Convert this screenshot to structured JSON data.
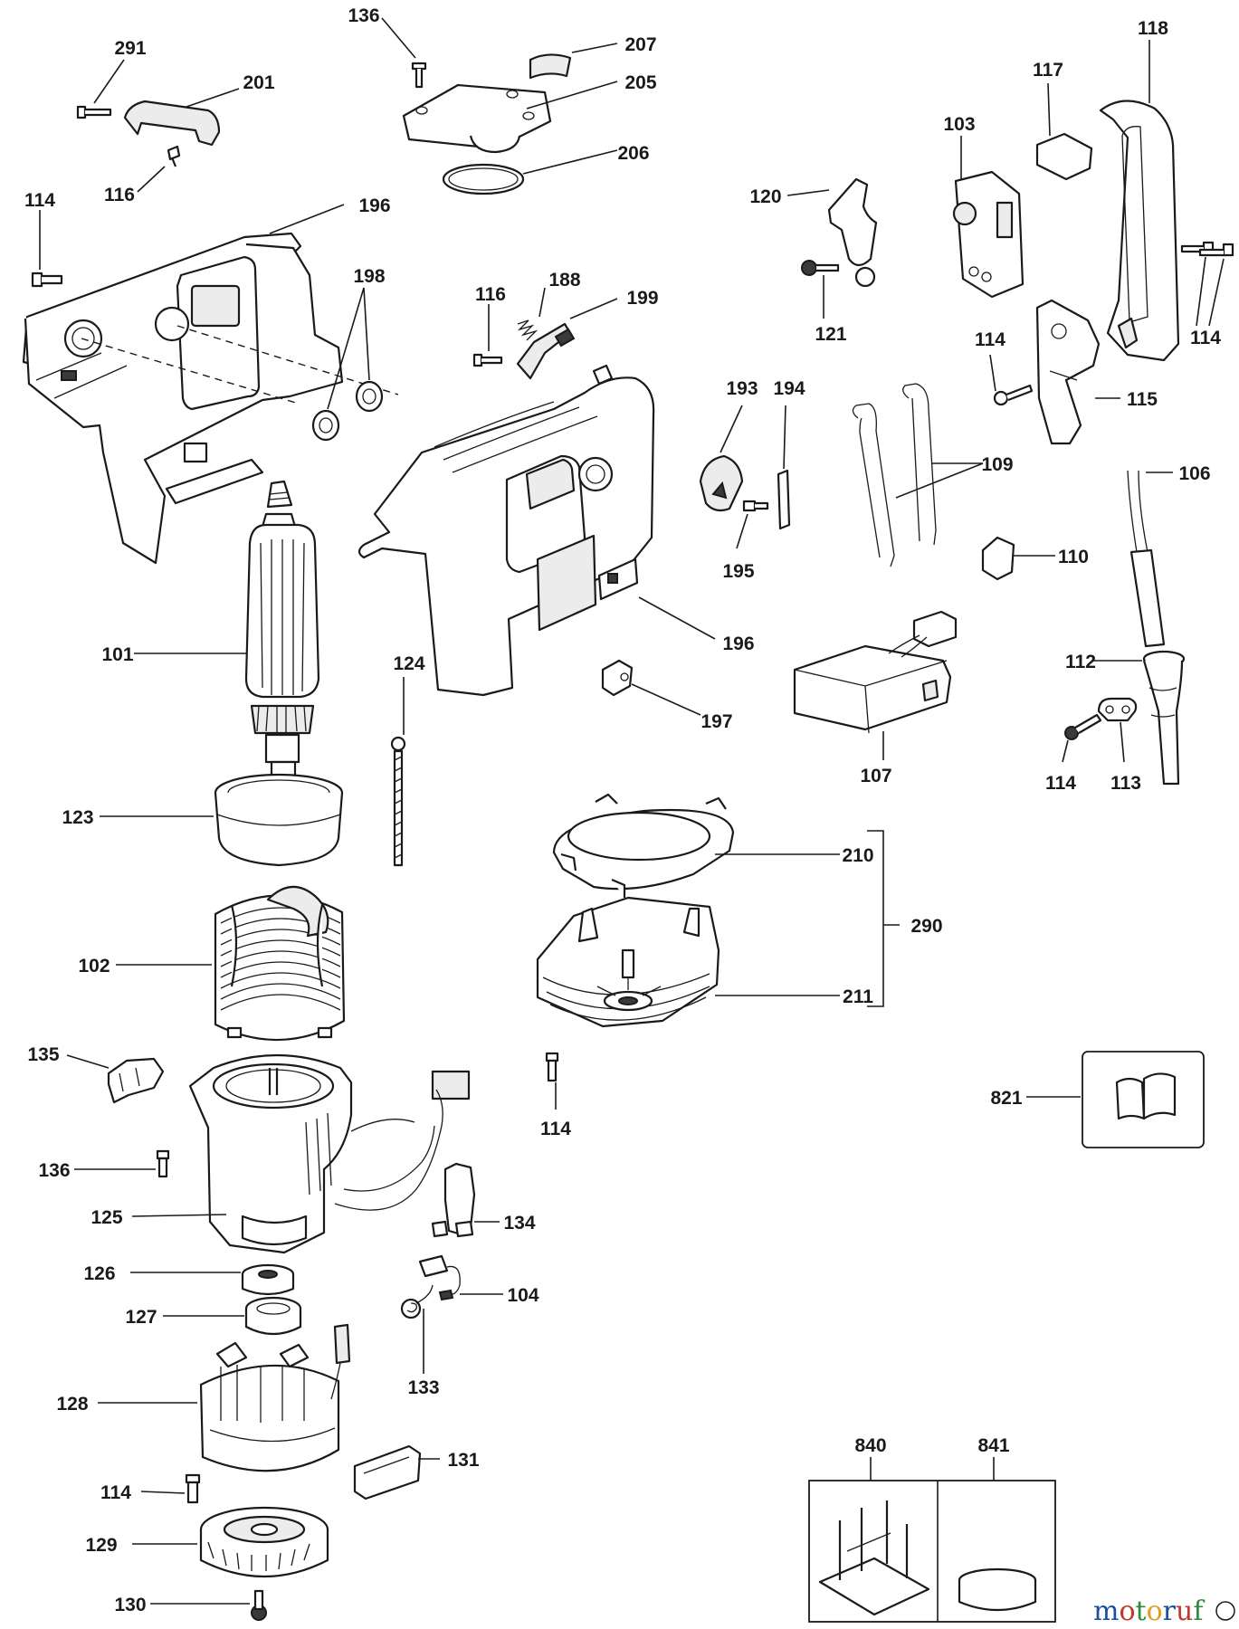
{
  "labels": {
    "l136a": "136",
    "l207": "207",
    "l205": "205",
    "l206": "206",
    "l291": "291",
    "l201": "201",
    "l116a": "116",
    "l114a": "114",
    "l196a": "196",
    "l198": "198",
    "l118": "118",
    "l117": "117",
    "l103": "103",
    "l120": "120",
    "l121": "121",
    "l114b": "114",
    "l114c": "114",
    "l115": "115",
    "l116b": "116",
    "l188": "188",
    "l199": "199",
    "l193": "193",
    "l194": "194",
    "l195": "195",
    "l109": "109",
    "l106": "106",
    "l110": "110",
    "l101": "101",
    "l124": "124",
    "l196b": "196",
    "l197": "197",
    "l112": "112",
    "l107": "107",
    "l114d": "114",
    "l113": "113",
    "l123": "123",
    "l210": "210",
    "l290": "290",
    "l211": "211",
    "l102": "102",
    "l135": "135",
    "l114e": "114",
    "l821": "821",
    "l136b": "136",
    "l125": "125",
    "l134": "134",
    "l126": "126",
    "l104": "104",
    "l127": "127",
    "l133": "133",
    "l128": "128",
    "l131": "131",
    "l114f": "114",
    "l129": "129",
    "l130": "130",
    "l840": "840",
    "l841": "841"
  },
  "watermark": {
    "text": "motoruf",
    "letters": [
      "m",
      "o",
      "t",
      "o",
      "r",
      "u",
      "f"
    ],
    "colors": [
      "#1a4fa0",
      "#c0392b",
      "#2e8b3d",
      "#e0a020",
      "#1a4fa0",
      "#c0392b",
      "#2e8b3d"
    ]
  }
}
